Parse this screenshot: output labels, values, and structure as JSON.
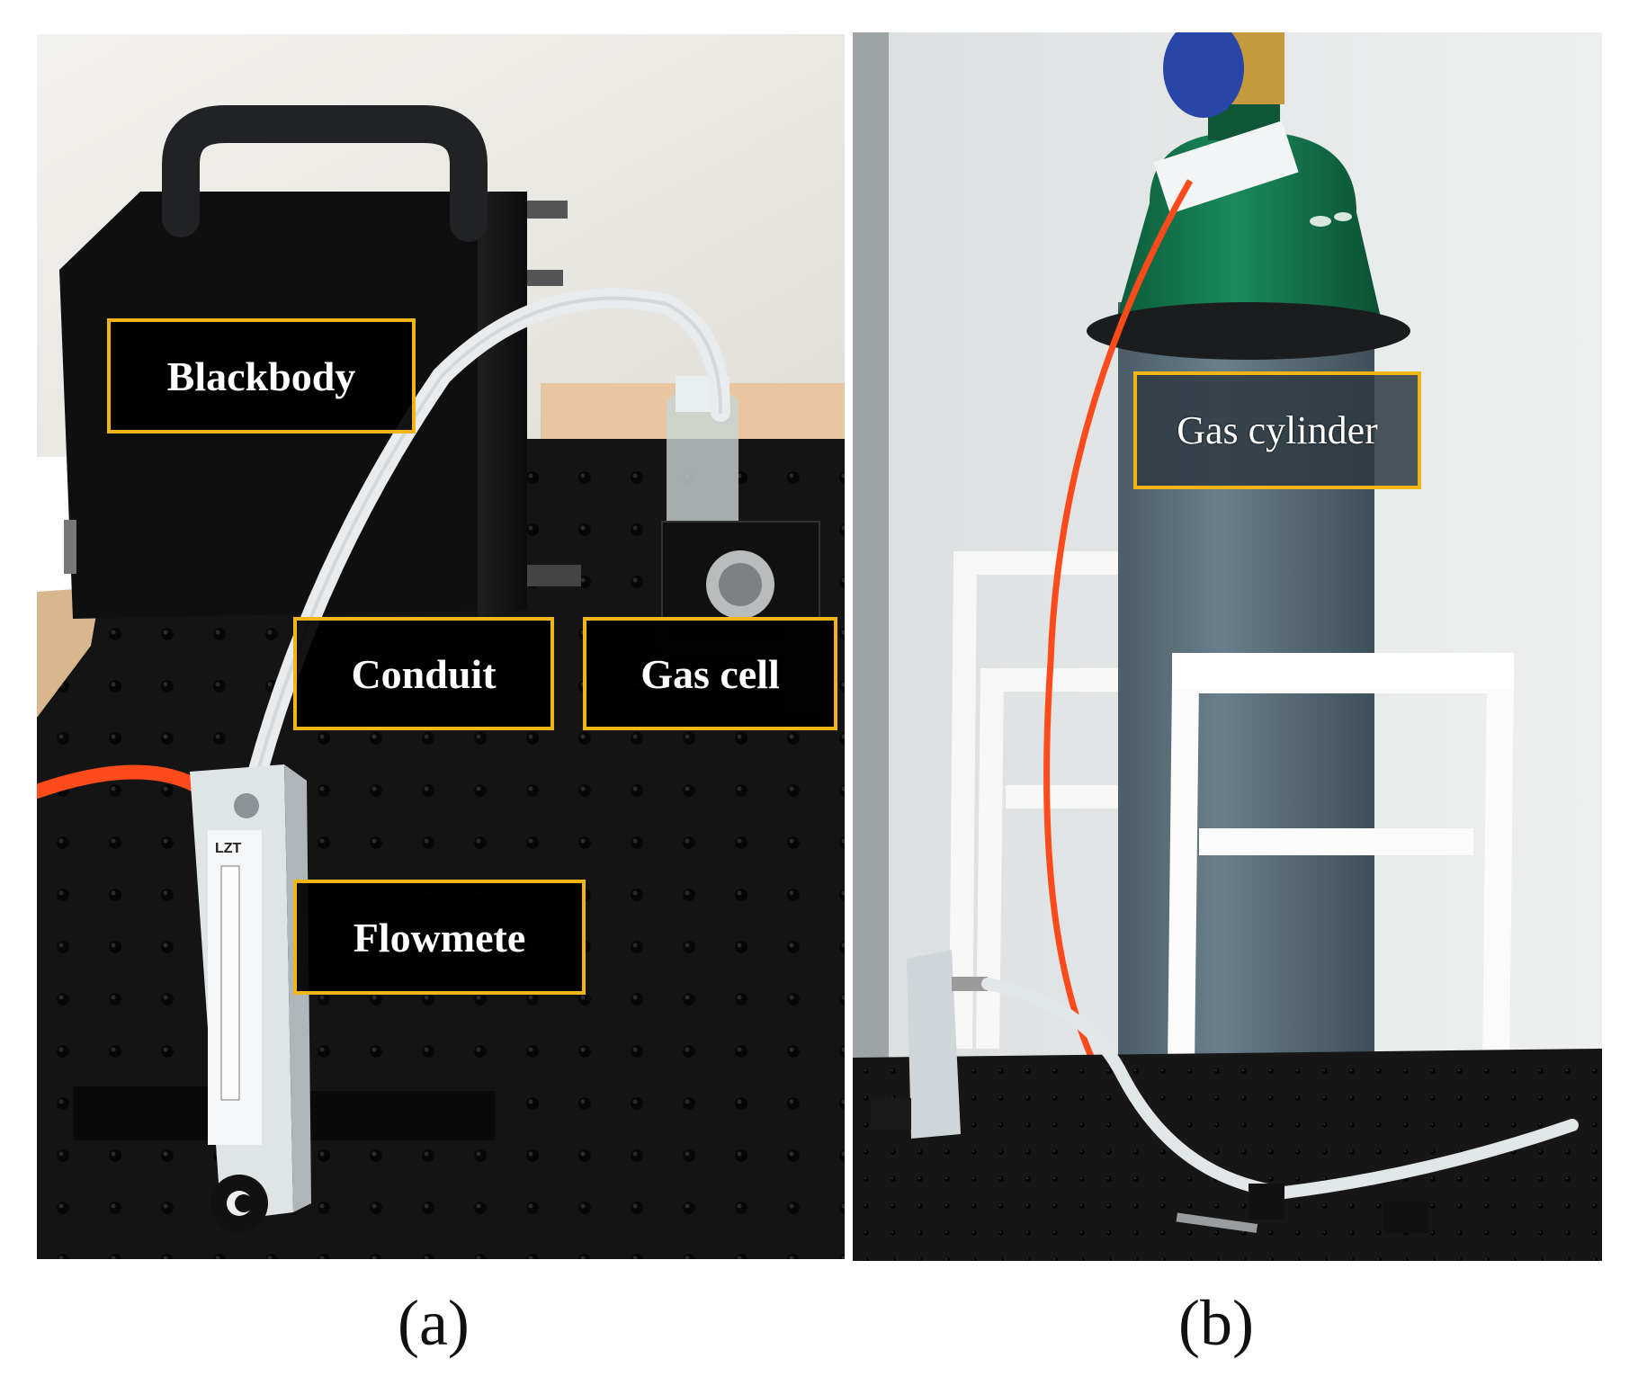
{
  "panel_a": {
    "labels": {
      "blackbody": "Blackbody",
      "conduit": "Conduit",
      "gas_cell": "Gas cell",
      "flowmeter": "Flowmete"
    },
    "flowmeter_brand": "LZT",
    "caption": "(a)"
  },
  "panel_b": {
    "labels": {
      "gas_cylinder": "Gas cylinder"
    },
    "caption": "(b)"
  },
  "colors": {
    "label_border": "#f2b516",
    "table_black": "#141414",
    "cylinder_green": "#0d6b45",
    "cylinder_grey": "#5b6e78",
    "tube_orange": "#ff4a1c"
  }
}
